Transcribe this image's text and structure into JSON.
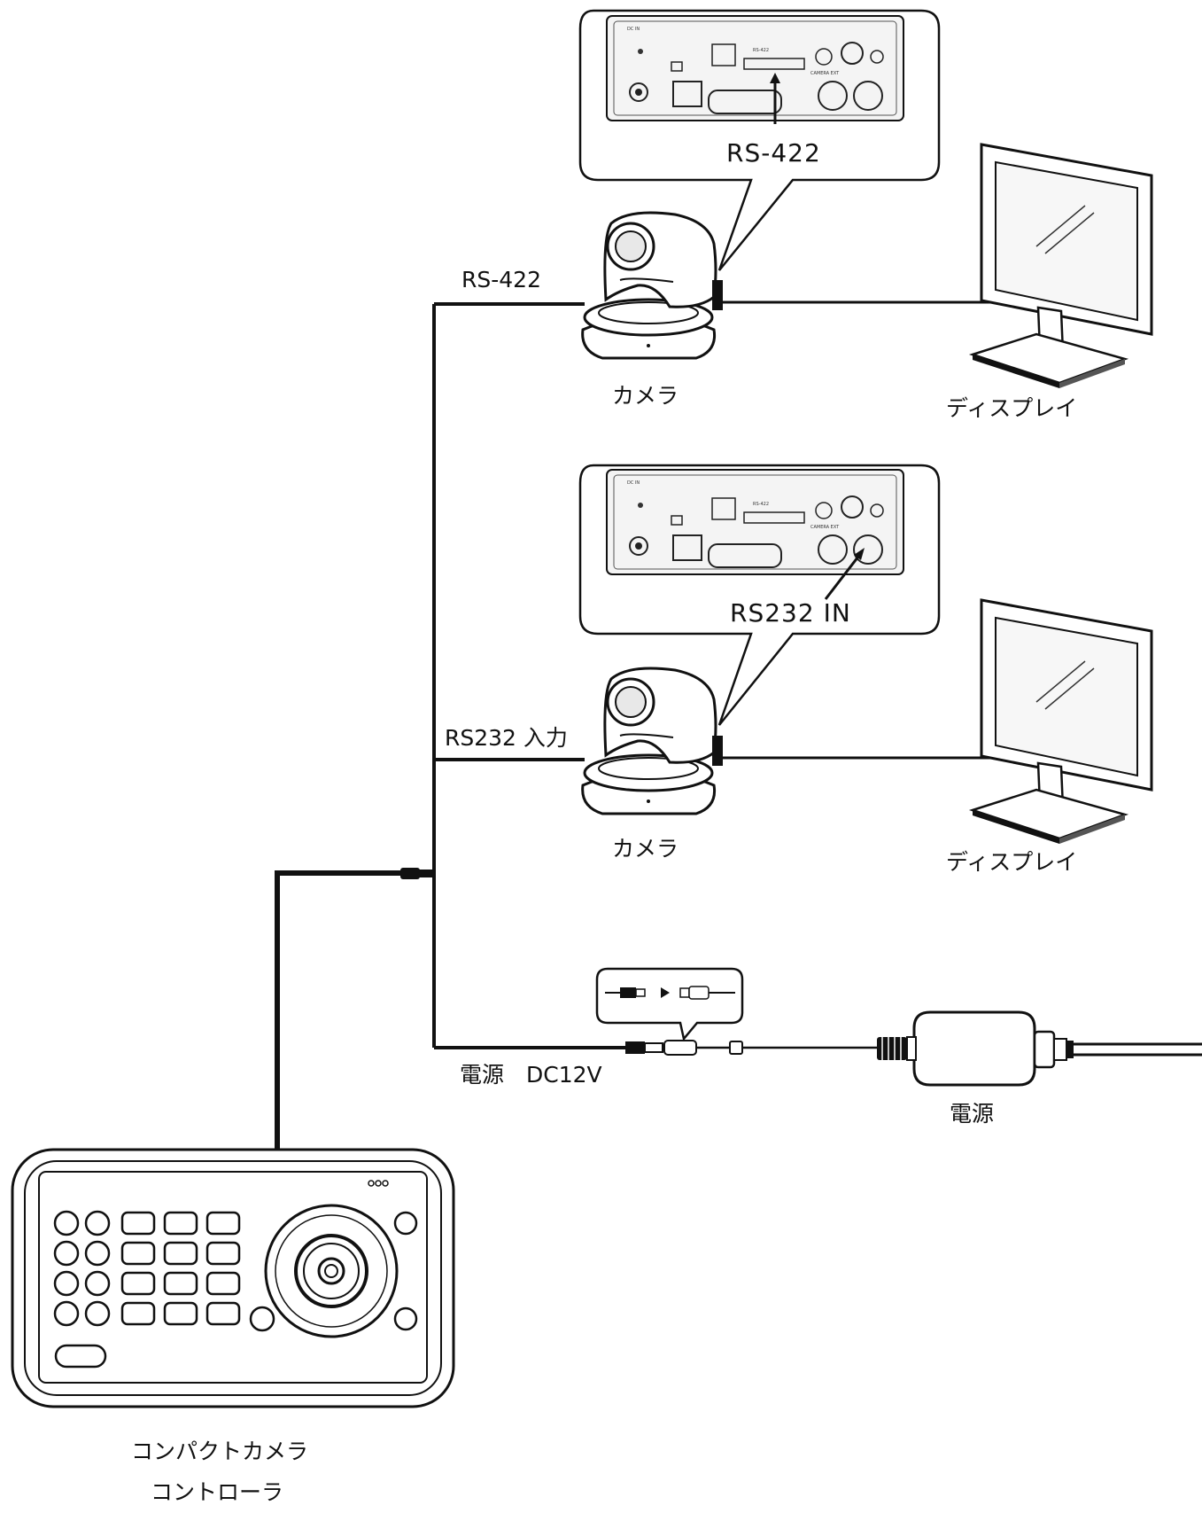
{
  "colors": {
    "line": "#111111",
    "fill": "#ffffff",
    "panel_fill": "#f4f4f4",
    "screen_fill": "#f7f7f7"
  },
  "cables": {
    "top": "RS-422",
    "middle": "RS232 入力",
    "power": "電源　DC12V"
  },
  "devices": {
    "camera_1": "カメラ",
    "camera_2": "カメラ",
    "display_1": "ディスプレイ",
    "display_2": "ディスプレイ",
    "power_supply": "電源",
    "controller_line1": "コンパクトカメラ",
    "controller_line2": "コントローラ"
  },
  "callouts": {
    "top_port": "RS-422",
    "middle_port": "RS232 IN"
  },
  "icons": {
    "camera": "ptz-camera-icon",
    "display": "monitor-icon",
    "controller": "camera-controller-icon",
    "power": "power-adapter-icon",
    "plug": "dc-plug-icon"
  }
}
